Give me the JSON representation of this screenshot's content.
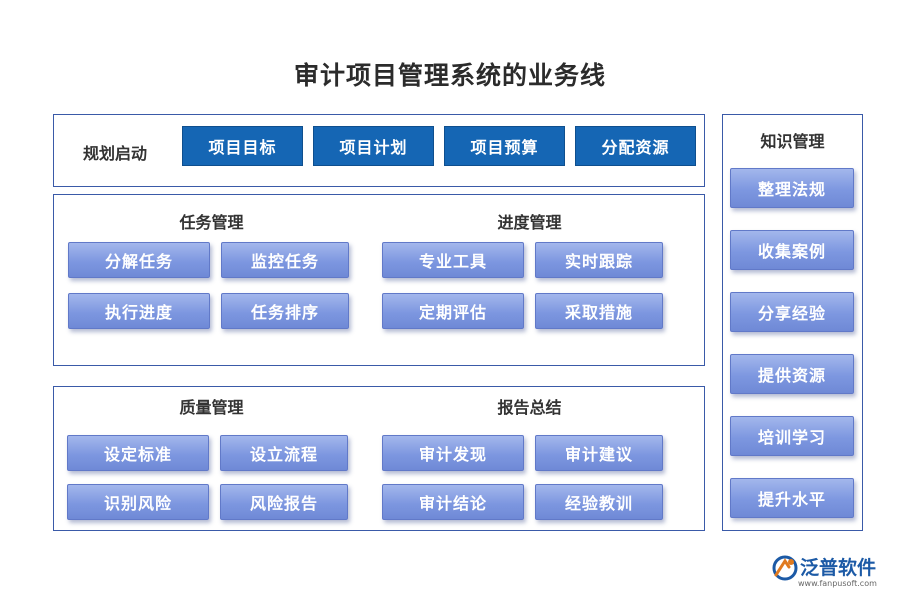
{
  "title": "审计项目管理系统的业务线",
  "planning": {
    "label": "规划启动",
    "buttons": [
      "项目目标",
      "项目计划",
      "项目预算",
      "分配资源"
    ]
  },
  "task_mgmt": {
    "label": "任务管理",
    "buttons": [
      "分解任务",
      "监控任务",
      "执行进度",
      "任务排序"
    ]
  },
  "progress_mgmt": {
    "label": "进度管理",
    "buttons": [
      "专业工具",
      "实时跟踪",
      "定期评估",
      "采取措施"
    ]
  },
  "quality_mgmt": {
    "label": "质量管理",
    "buttons": [
      "设定标准",
      "设立流程",
      "识别风险",
      "风险报告"
    ]
  },
  "report_summary": {
    "label": "报告总结",
    "buttons": [
      "审计发现",
      "审计建议",
      "审计结论",
      "经验教训"
    ]
  },
  "knowledge_mgmt": {
    "label": "知识管理",
    "buttons": [
      "整理法规",
      "收集案例",
      "分享经验",
      "提供资源",
      "培训学习",
      "提升水平"
    ]
  },
  "logo": {
    "name": "泛普软件",
    "url": "www.fanpusoft.com"
  },
  "colors": {
    "dark_button": "#1566b4",
    "light_button": "#7d97e0",
    "border": "#3a5aa8"
  }
}
